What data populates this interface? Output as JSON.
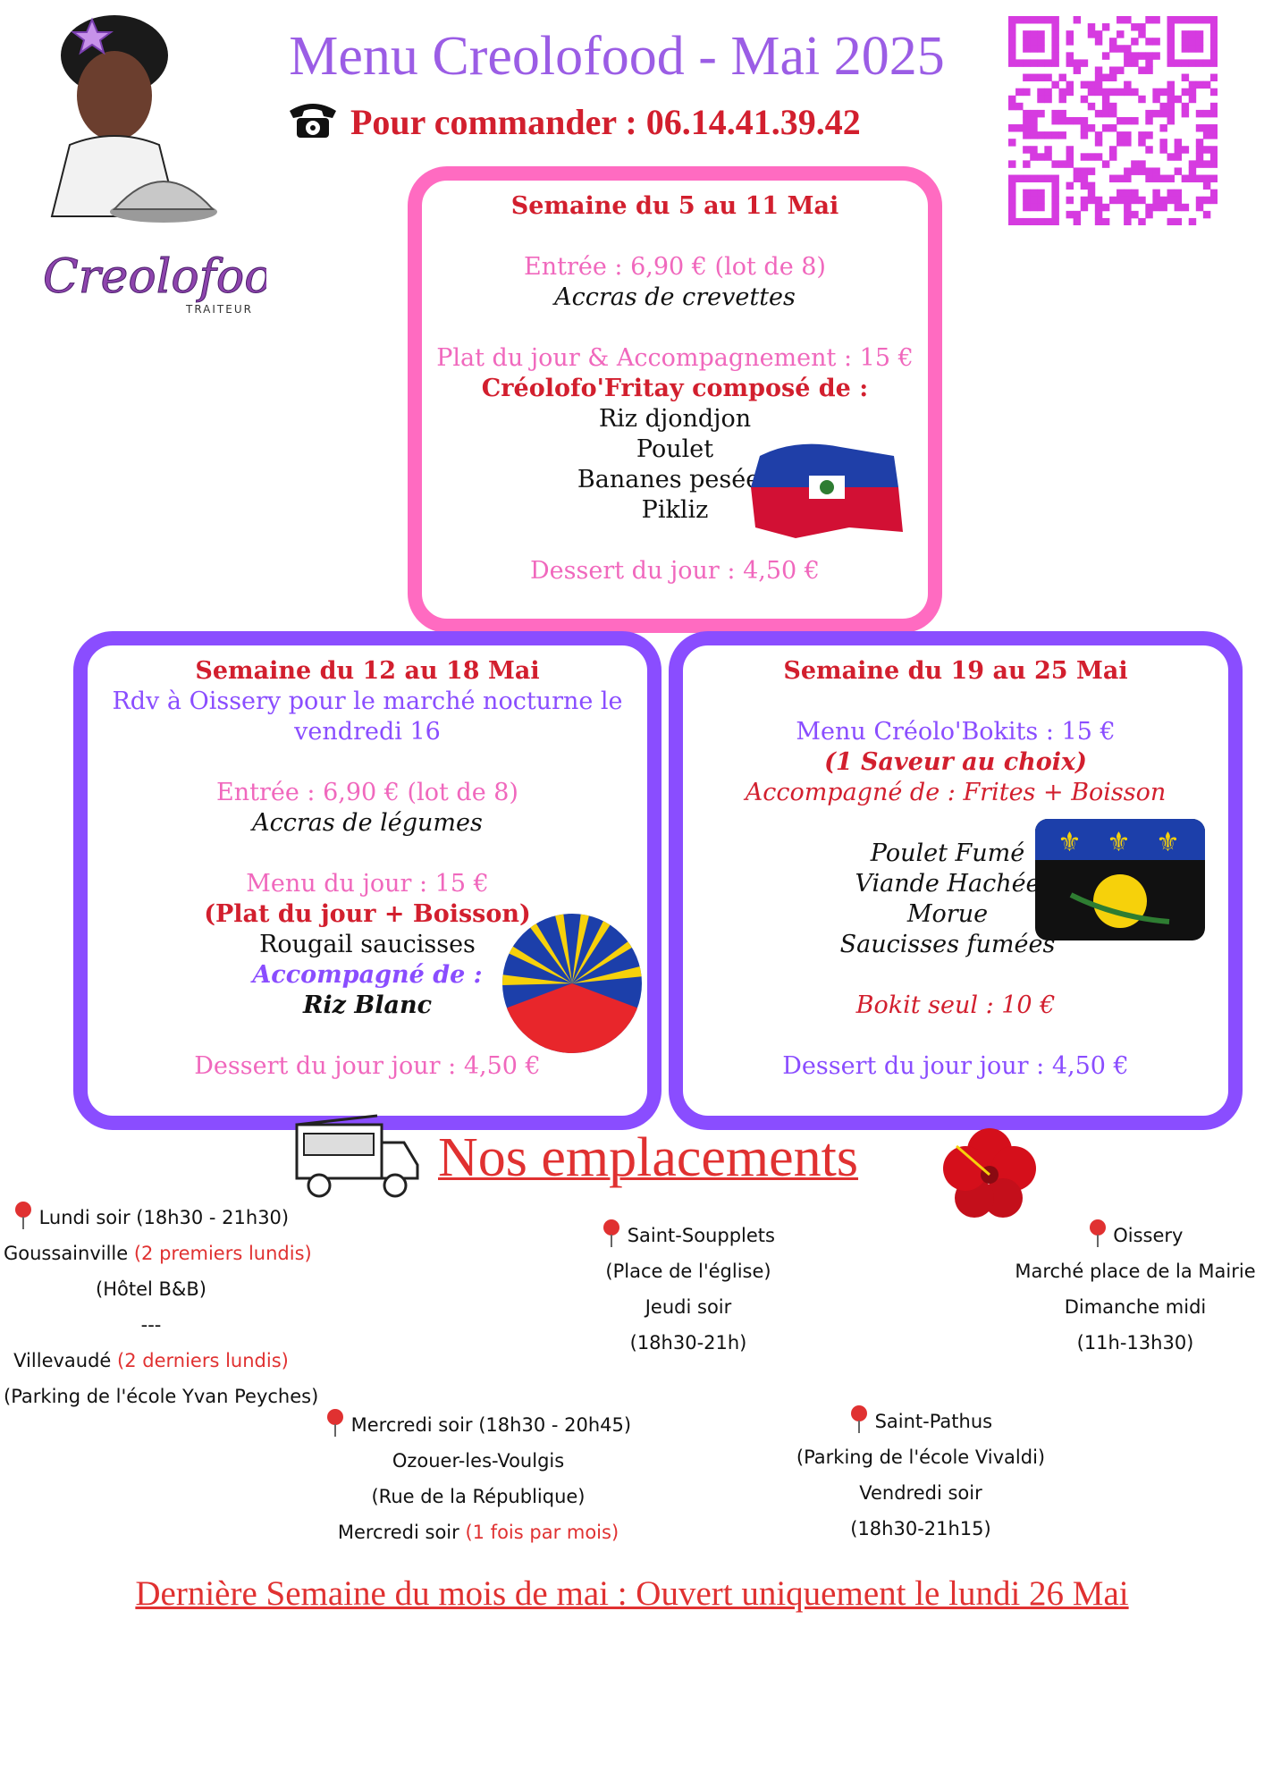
{
  "header": {
    "title": "Menu Creolofood - Mai 2025",
    "phone_label": "Pour commander : 06.14.41.39.42"
  },
  "logo": {
    "text": "Creolofood",
    "subtext": "TRAITEUR"
  },
  "week1": {
    "title": "Semaine du 5 au 11 Mai",
    "starter": "Entrée : 6,90 € (lot de 8)",
    "starter_name": "Accras de crevettes",
    "main": "Plat du jour & Accompagnement : 15 €",
    "main_name": "Créolofo'Fritay composé de :",
    "items": [
      "Riz djondjon",
      "Poulet",
      "Bananes pesées",
      "Pikliz"
    ],
    "dessert": "Dessert du jour : 4,50 €"
  },
  "week2": {
    "title": "Semaine du 12 au 18 Mai",
    "note_line1": "Rdv à Oissery pour le marché nocturne le",
    "note_line2": "vendredi 16",
    "starter": "Entrée : 6,90 € (lot de 8)",
    "starter_name": "Accras de légumes",
    "menu": "Menu du jour : 15 €",
    "menu_detail": "(Plat du jour + Boisson)",
    "dish": "Rougail saucisses",
    "side_label": "Accompagné de :",
    "side": "Riz Blanc",
    "dessert": "Dessert du jour jour : 4,50 €"
  },
  "week3": {
    "title": "Semaine du 19 au 25 Mai",
    "menu": "Menu Créolo'Bokits : 15 €",
    "choice": "(1 Saveur au choix)",
    "side": "Accompagné de : Frites + Boisson",
    "items": [
      "Poulet Fumé",
      "Viande Hachée",
      "Morue",
      "Saucisses fumées"
    ],
    "bokit": "Bokit seul : 10 €",
    "dessert": "Dessert du jour jour : 4,50 €"
  },
  "locations": {
    "heading": "Nos emplacements",
    "loc1": {
      "line1": "Lundi soir (18h30 - 21h30)",
      "line2_a": "Goussainville ",
      "line2_b": "(2 premiers lundis)",
      "line3": "(Hôtel B&B)",
      "sep": "---",
      "line4_a": "Villevaudé ",
      "line4_b": "(2 derniers lundis)",
      "line5": "(Parking de l'école Yvan Peyches)"
    },
    "loc2": {
      "line1": "Saint-Soupplets",
      "line2": "(Place de l'église)",
      "line3": "Jeudi soir",
      "line4": "(18h30-21h)"
    },
    "loc3": {
      "line1": "Oissery",
      "line2": "Marché place de la Mairie",
      "line3": "Dimanche midi",
      "line4": "(11h-13h30)"
    },
    "loc4": {
      "line1": "Mercredi soir (18h30 - 20h45)",
      "line2": "Ozouer-les-Voulgis",
      "line3": "(Rue de la République)",
      "line4_a": "Mercredi soir ",
      "line4_b": "(1 fois par mois)"
    },
    "loc5": {
      "line1": "Saint-Pathus",
      "line2": "(Parking de l'école Vivaldi)",
      "line3": "Vendredi soir",
      "line4": "(18h30-21h15)"
    }
  },
  "footer": "Dernière Semaine du mois de mai : Ouvert uniquement le lundi 26 Mai",
  "colors": {
    "title_purple": "#9b5de5",
    "red": "#d21f2e",
    "pink": "#ff6bc1",
    "purple": "#8a4dff",
    "qr_magenta": "#d63be0"
  }
}
